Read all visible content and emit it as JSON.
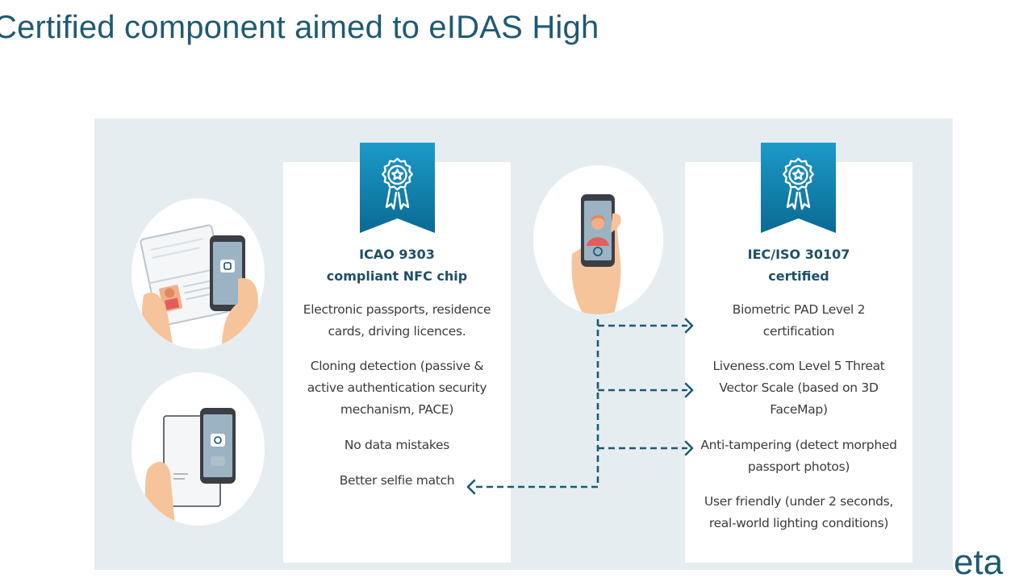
{
  "slide": {
    "title": "Certified component aimed to eIDAS High",
    "brand_fragment": "eta"
  },
  "colors": {
    "title": "#1f5a72",
    "panel": "#e6edf1",
    "badge_top": "#1d9ac8",
    "badge_bottom": "#0a6a94",
    "arrow": "#1a5b73",
    "heading": "#1e4f68",
    "body_text": "#3b3b3b"
  },
  "left_card": {
    "badge_icon": "award-ribbon-icon",
    "heading_line1": "ICAO 9303",
    "heading_line2": "compliant NFC chip",
    "items": [
      {
        "line1": "Electronic passports, residence",
        "line2": "cards, driving licences."
      },
      {
        "line1": "Cloning detection (passive &",
        "line2": "active authentication security",
        "line3": "mechanism, PACE)"
      },
      {
        "line1": "No data mistakes"
      },
      {
        "line1": "Better selfie match"
      }
    ]
  },
  "right_card": {
    "badge_icon": "award-ribbon-icon",
    "heading_line1": "IEC/ISO 30107",
    "heading_line2": "certified",
    "items": [
      {
        "line1": "Biometric PAD Level 2",
        "line2": "certification"
      },
      {
        "line1": "Liveness.com Level 5 Threat",
        "line2": "Vector Scale (based on 3D",
        "line3": "FaceMap)"
      },
      {
        "line1": "Anti-tampering (detect morphed",
        "line2": "passport photos)"
      },
      {
        "line1": "User friendly (under 2 seconds,",
        "line2": "real-world lighting conditions)"
      }
    ]
  },
  "illustrations": {
    "passport_scan": "passport-nfc-scan-illustration",
    "card_scan": "id-card-nfc-scan-illustration",
    "selfie": "selfie-capture-illustration"
  }
}
